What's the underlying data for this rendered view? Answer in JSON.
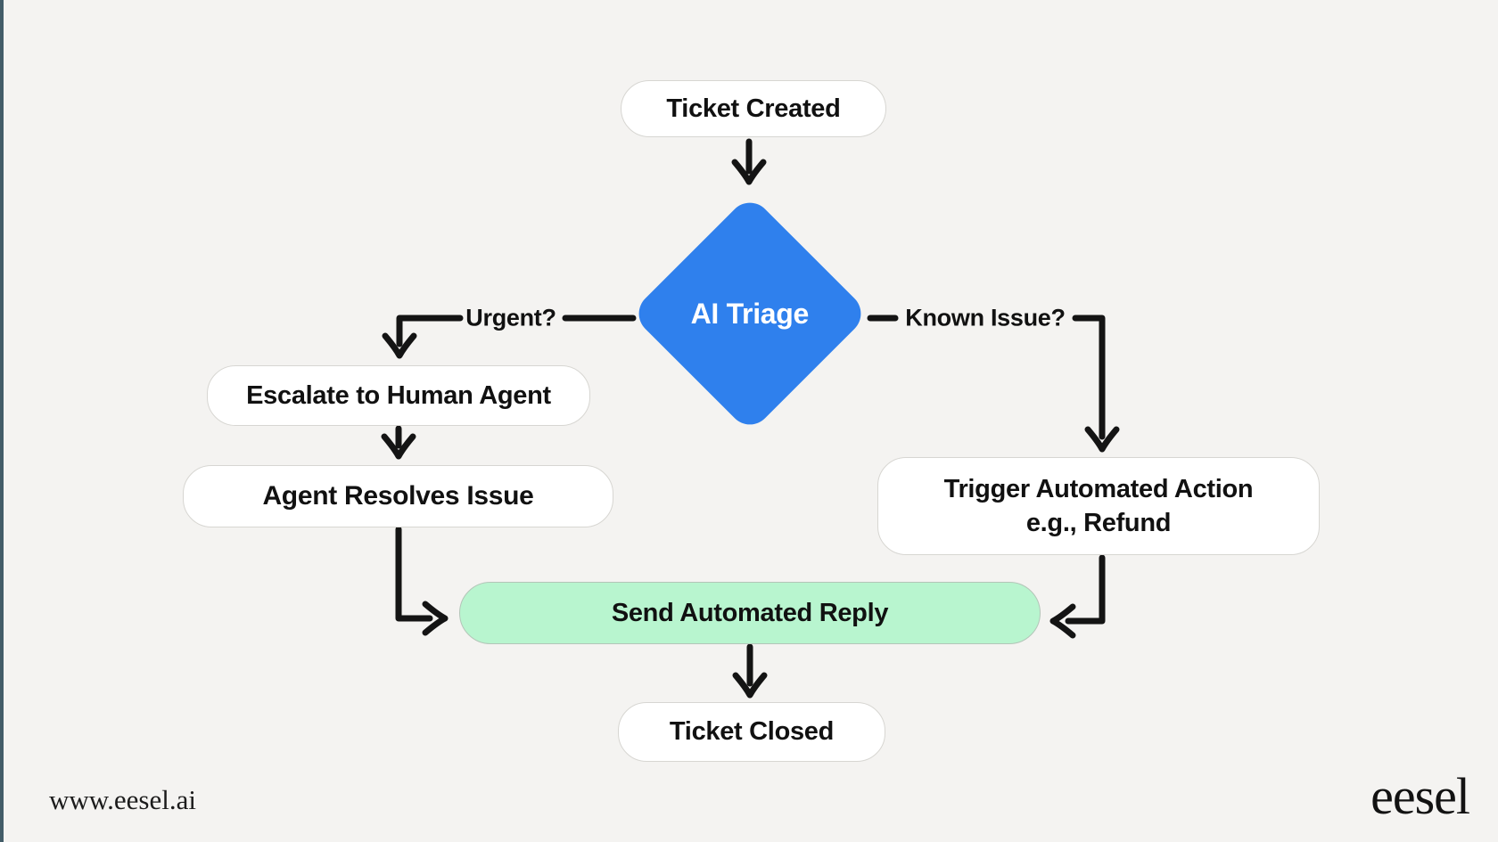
{
  "colors": {
    "background": "#f4f3f1",
    "left_edge_stripe": "#435c68",
    "node_fill": "#ffffff",
    "node_border": "#d7d6d2",
    "decision_fill": "#2f80ed",
    "decision_text": "#ffffff",
    "highlight_fill": "#b8f5cf",
    "arrow": "#141414",
    "text": "#111111"
  },
  "diagram": {
    "nodes": {
      "ticket_created": {
        "label": "Ticket Created",
        "type": "terminal"
      },
      "ai_triage": {
        "label": "AI Triage",
        "type": "decision"
      },
      "escalate": {
        "label": "Escalate to Human Agent",
        "type": "process"
      },
      "agent_resolves": {
        "label": "Agent Resolves Issue",
        "type": "process"
      },
      "trigger_action": {
        "label_line1": "Trigger Automated Action",
        "label_line2": "e.g., Refund",
        "type": "process"
      },
      "send_reply": {
        "label": "Send Automated Reply",
        "type": "highlight"
      },
      "ticket_closed": {
        "label": "Ticket Closed",
        "type": "terminal"
      }
    },
    "edge_labels": {
      "urgent": "Urgent?",
      "known_issue": "Known Issue?"
    },
    "edges": [
      {
        "from": "Ticket Created",
        "to": "AI Triage",
        "label": ""
      },
      {
        "from": "AI Triage",
        "to": "Escalate to Human Agent",
        "label": "Urgent?"
      },
      {
        "from": "Escalate to Human Agent",
        "to": "Agent Resolves Issue",
        "label": ""
      },
      {
        "from": "Agent Resolves Issue",
        "to": "Send Automated Reply",
        "label": ""
      },
      {
        "from": "AI Triage",
        "to": "Trigger Automated Action e.g., Refund",
        "label": "Known Issue?"
      },
      {
        "from": "Trigger Automated Action e.g., Refund",
        "to": "Send Automated Reply",
        "label": ""
      },
      {
        "from": "Send Automated Reply",
        "to": "Ticket Closed",
        "label": ""
      }
    ]
  },
  "footer": {
    "url": "www.eesel.ai",
    "logo": "eesel"
  }
}
